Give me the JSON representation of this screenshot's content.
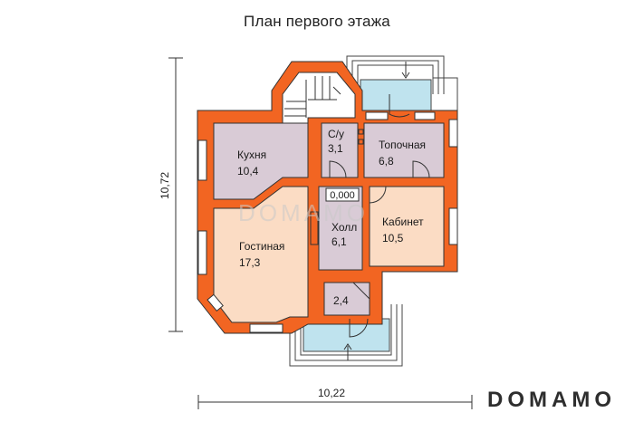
{
  "title": "План первого этажа",
  "dimensions": {
    "width": "10,22",
    "height": "10,72"
  },
  "level_mark": "0,000",
  "rooms": {
    "kitchen": {
      "name": "Кухня",
      "area": "10,4"
    },
    "bath": {
      "name": "С/у",
      "area": "3,1"
    },
    "boiler": {
      "name": "Топочная",
      "area": "6,8"
    },
    "hall": {
      "name": "Холл",
      "area": "6,1"
    },
    "office": {
      "name": "Кабинет",
      "area": "10,5"
    },
    "living": {
      "name": "Гостиная",
      "area": "17,3"
    },
    "vestibule": {
      "name": "",
      "area": "2,4"
    }
  },
  "watermark": "DOMAMO",
  "brand": "DOMAMO",
  "colors": {
    "wall": "#f26522",
    "room_lilac": "#d9cbd6",
    "room_peach": "#fbdcc4",
    "porch": "#bfe3ee",
    "line": "#333333"
  }
}
